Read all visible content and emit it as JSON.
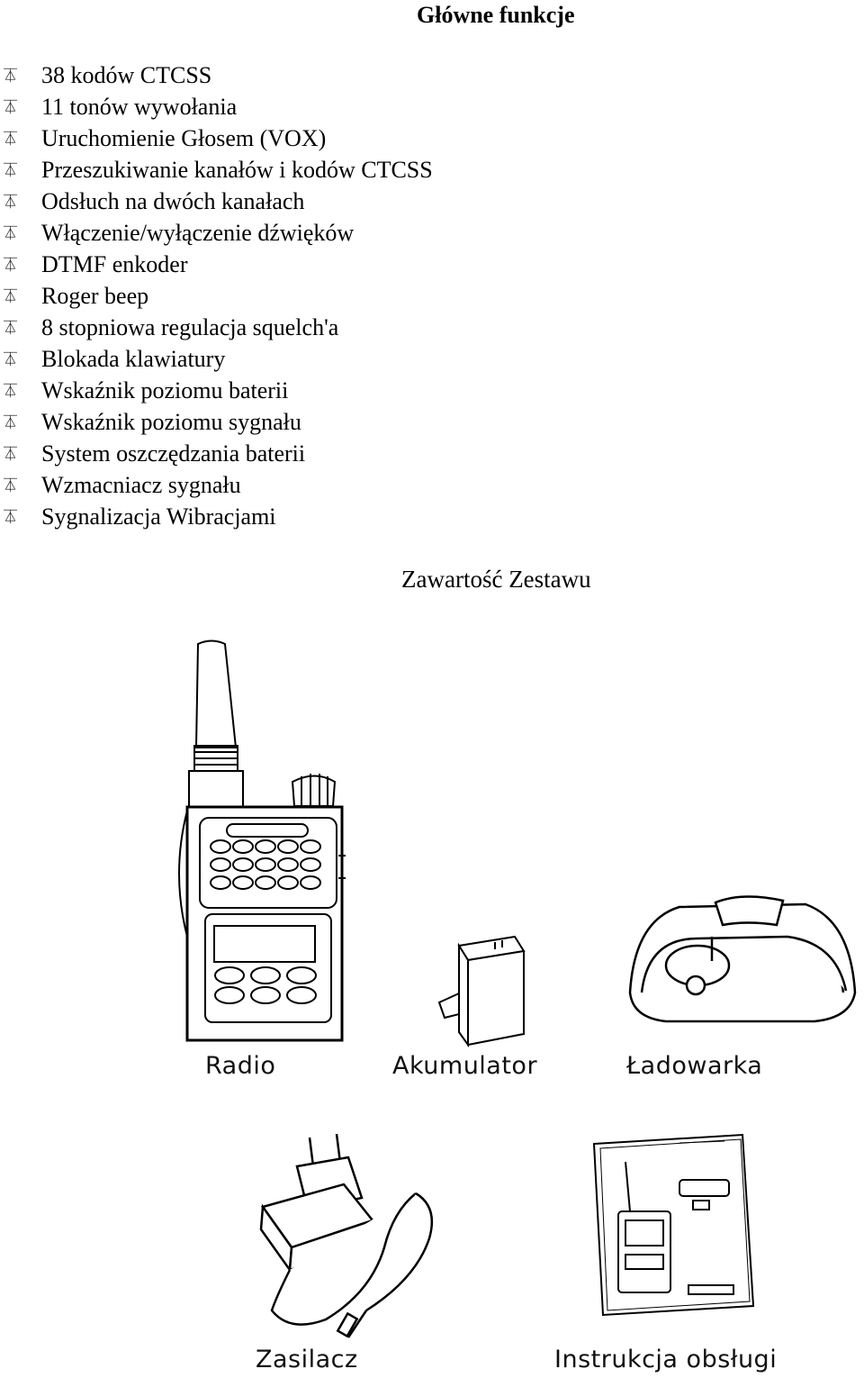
{
  "heading": "Główne funkcje",
  "bullet_glyph": "⏄",
  "features": [
    "38 kodów CTCSS",
    "11 tonów wywołania",
    "Uruchomienie Głosem (VOX)",
    "Przeszukiwanie kanałów i kodów CTCSS",
    "Odsłuch na dwóch kanałach",
    "Włączenie/wyłączenie dźwięków",
    "DTMF enkoder",
    "Roger beep",
    "8 stopniowa regulacja squelch'a",
    "Blokada klawiatury",
    "Wskaźnik poziomu baterii",
    "Wskaźnik poziomu sygnału",
    "System oszczędzania baterii",
    "Wzmacniacz sygnału",
    "Sygnalizacja Wibracjami"
  ],
  "contents_title": "Zawartość Zestawu",
  "items": {
    "radio": "Radio",
    "battery": "Akumulator",
    "charger": "Ładowarka",
    "adapter": "Zasilacz",
    "manual": "Instrukcja obsługi"
  }
}
